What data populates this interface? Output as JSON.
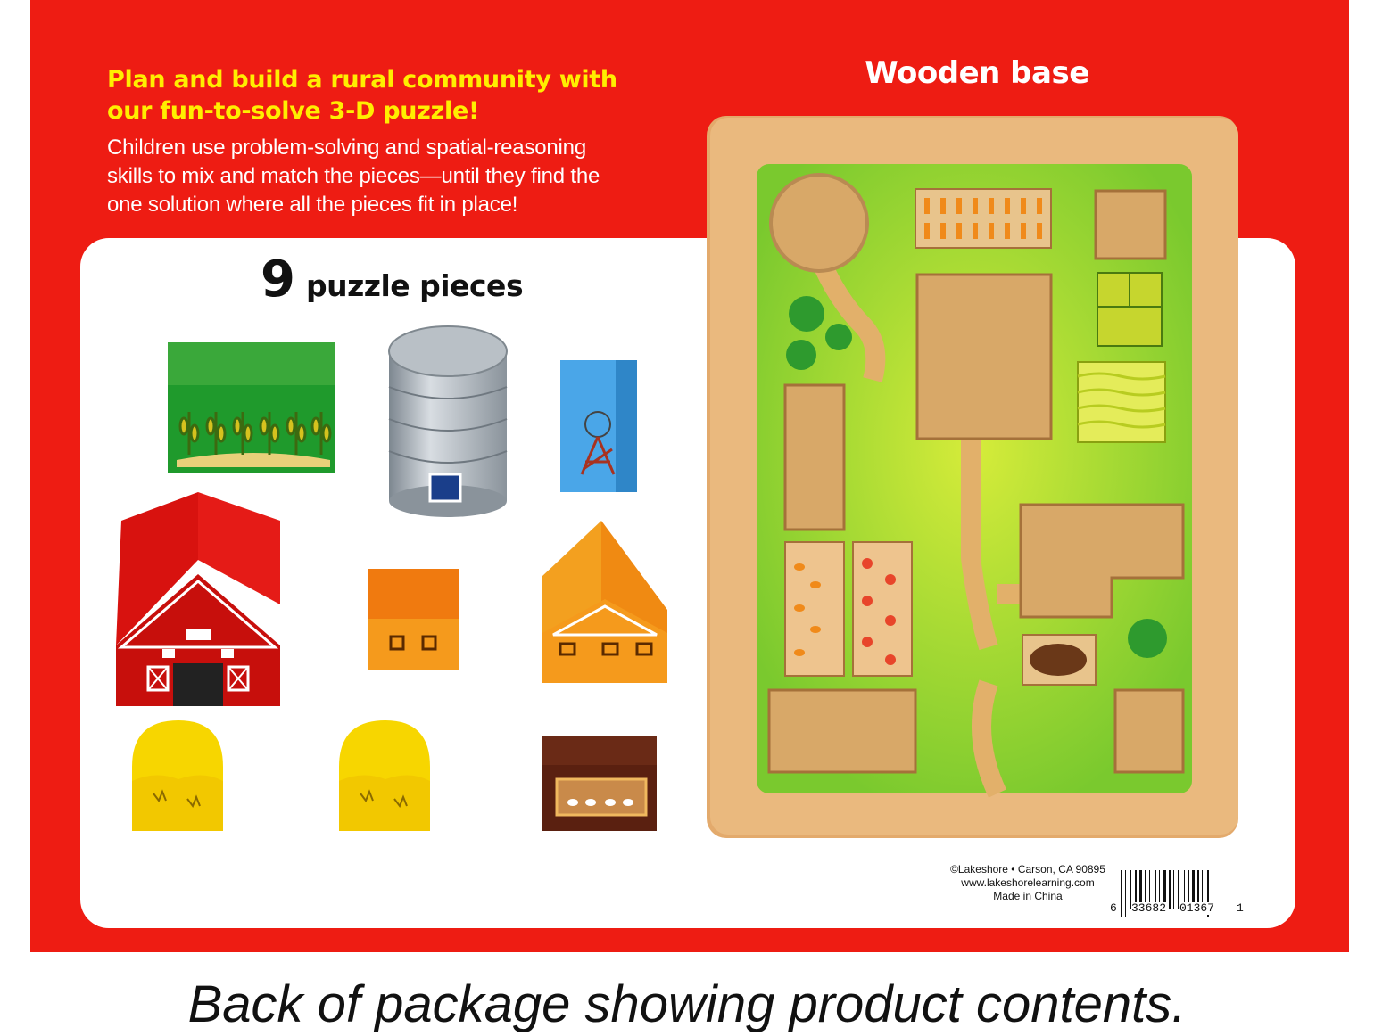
{
  "headline": [
    "Plan and build a rural community with",
    "our fun-to-solve 3-D puzzle!"
  ],
  "description": [
    "Children use problem-solving and spatial-reasoning",
    "skills to mix and match the pieces—until they find the",
    "one solution where all the pieces fit in place!"
  ],
  "base_label": "Wooden base",
  "pieces": {
    "count": "9",
    "label": "puzzle pieces",
    "items": [
      "corn-field-block",
      "silo",
      "windmill-block",
      "red-barn",
      "small-orange-house",
      "orange-farmhouse",
      "hay-bale-left",
      "hay-bale-right",
      "chicken-coop"
    ]
  },
  "legal": {
    "line1": "©Lakeshore • Carson, CA 90895",
    "line2": "www.lakeshorelearning.com",
    "line3": "Made in China"
  },
  "barcode": {
    "lead": "6",
    "group1": "33682",
    "group2": "01367",
    "check": "1"
  },
  "caption": "Back of package showing product contents.",
  "colors": {
    "package_red": "#ee1c13",
    "headline_yellow": "#ffee00",
    "board_wood": "#e8b67a",
    "board_grass": "#9bd43a"
  }
}
